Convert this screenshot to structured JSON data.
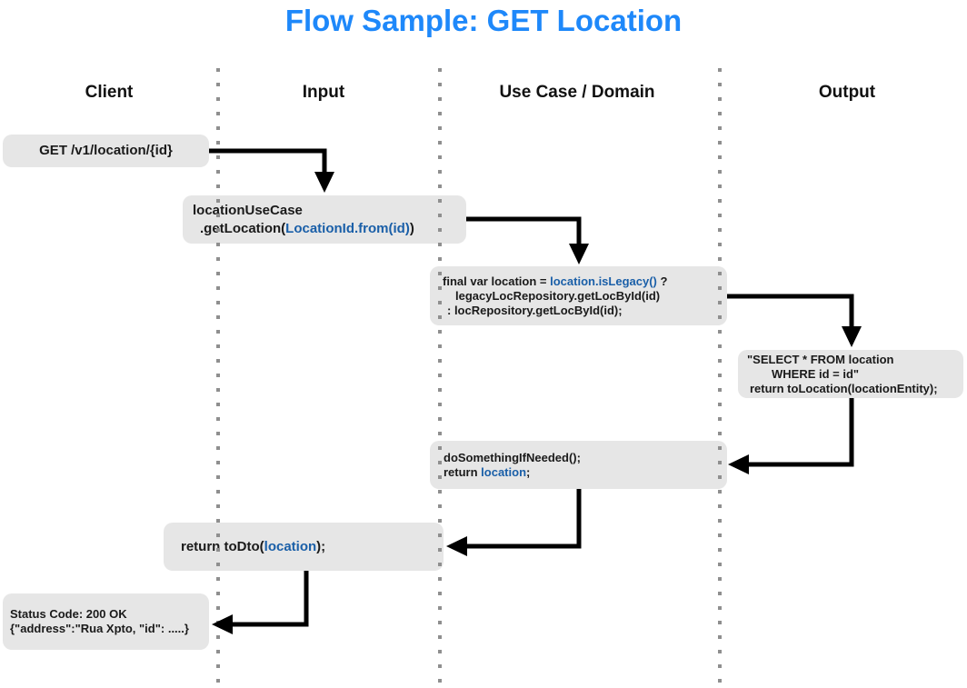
{
  "title": "Flow Sample: GET Location",
  "colors": {
    "title_blue": "#1e88fa",
    "code_blue": "#1a5fa8",
    "box_fill": "#e6e6e6",
    "arrow_black": "#000000",
    "lane_dot_gray": "#8f8f8f",
    "text_black": "#1a1a1a"
  },
  "lanes": [
    {
      "label": "Client"
    },
    {
      "label": "Input"
    },
    {
      "label": "Use Case / Domain"
    },
    {
      "label": "Output"
    }
  ],
  "nodes": {
    "request": {
      "line1": "GET /v1/location/{id}"
    },
    "usecase_call": {
      "line1": "locationUseCase",
      "line2_before": ".getLocation(",
      "line2_link": "LocationId.from(id)",
      "line2_after": ")"
    },
    "domain_logic": {
      "line1_before": "final var location = ",
      "line1_link": "location.isLegacy()",
      "line1_after": " ?",
      "line2": "legacyLocRepository.getLocById(id)",
      "line3": ": locRepository.getLocById(id);"
    },
    "sql": {
      "line1": "\"SELECT * FROM location",
      "line2": "WHERE id = id\"",
      "line3": "return toLocation(locationEntity);"
    },
    "post_process": {
      "line1": "doSomethingIfNeeded();",
      "line2_before": "return ",
      "line2_link": "location",
      "line2_after": ";"
    },
    "to_dto": {
      "line1_before": "return toDto(",
      "line1_link": "location",
      "line1_after": ");"
    },
    "response": {
      "line1": "Status Code: 200 OK",
      "line2": "{\"address\":\"Rua Xpto, \"id\": .....}"
    }
  }
}
